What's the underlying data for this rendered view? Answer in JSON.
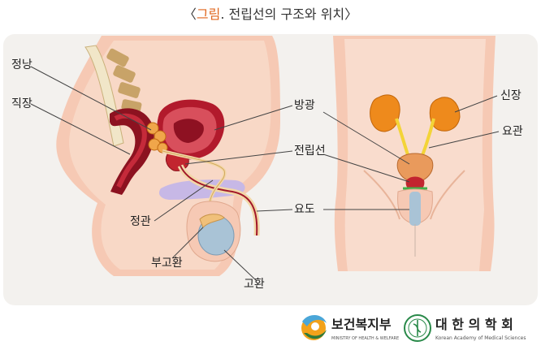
{
  "title": {
    "prefix": "〈",
    "highlight": "그림",
    "rest": ". 전립선의 구조와 위치〉"
  },
  "labels": {
    "seminal_vesicle": "정낭",
    "rectum": "직장",
    "bladder": "방광",
    "prostate": "전립선",
    "urethra": "요도",
    "vas_deferens": "정관",
    "epididymis": "부고환",
    "testis": "고환",
    "kidney": "신장",
    "ureter": "요관"
  },
  "logos": {
    "ministry_name": "보건복지부",
    "ministry_sub": "MINISTRY OF HEALTH & WELFARE",
    "association_name": "대 한 의 학 회",
    "association_sub": "Korean Academy of Medical Sciences"
  },
  "colors": {
    "accent": "#e0671f",
    "panel_bg": "#f3f1ee",
    "skin": "#f6c9b4",
    "organ_red": "#b5172b",
    "kidney_orange": "#ee8a1c",
    "ureter_yellow": "#f3d438",
    "testis_blue": "#a9c3d6",
    "cartilage_purple": "#c7b8e6",
    "logo_green": "#2a8a4a"
  }
}
